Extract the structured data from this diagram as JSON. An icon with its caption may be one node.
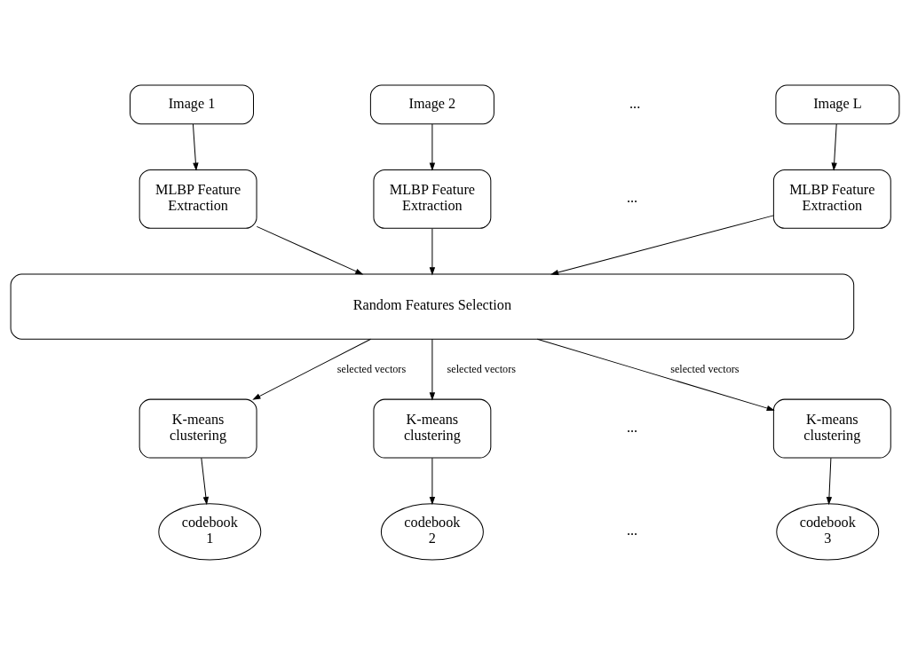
{
  "diagram": {
    "nodes": [
      {
        "text": [
          "Image 1"
        ]
      },
      {
        "text": [
          "Image 2"
        ]
      },
      {
        "text": [
          "Image L"
        ]
      },
      {
        "text": [
          "MLBP Feature Extraction"
        ]
      },
      {
        "text": [
          "MLBP Feature Extraction"
        ]
      },
      {
        "text": [
          "MLBP Feature Extraction"
        ]
      },
      {
        "text": [
          "Random Features Selection"
        ]
      },
      {
        "text": [
          "K-means clustering"
        ]
      },
      {
        "text": [
          "K-means clustering"
        ]
      },
      {
        "text": [
          "K-means clustering"
        ]
      },
      {
        "text": [
          "codebook 1"
        ]
      },
      {
        "text": [
          "codebook 2"
        ]
      },
      {
        "text": [
          "codebook 3"
        ]
      }
    ],
    "edges": [
      {
        "from": 0,
        "to": 3,
        "arrow": "to"
      },
      {
        "from": 1,
        "to": 4,
        "arrow": "to"
      },
      {
        "from": 2,
        "to": 5,
        "arrow": "to"
      },
      {
        "from": 3,
        "to": 6,
        "arrow": "to"
      },
      {
        "from": 4,
        "to": 6,
        "arrow": "to"
      },
      {
        "from": 5,
        "to": 6,
        "arrow": "to"
      },
      {
        "from": 6,
        "to": 7,
        "arrow": "to",
        "label": "selected vectors"
      },
      {
        "from": 6,
        "to": 8,
        "arrow": "to",
        "label": "selected vectors"
      },
      {
        "from": 6,
        "to": 9,
        "arrow": "to",
        "label": "selected vectors"
      },
      {
        "from": 7,
        "to": 10,
        "arrow": "to"
      },
      {
        "from": 8,
        "to": 11,
        "arrow": "to"
      },
      {
        "from": 9,
        "to": 12,
        "arrow": "to"
      }
    ],
    "labels": [
      "...",
      "...",
      "...",
      "..."
    ]
  }
}
